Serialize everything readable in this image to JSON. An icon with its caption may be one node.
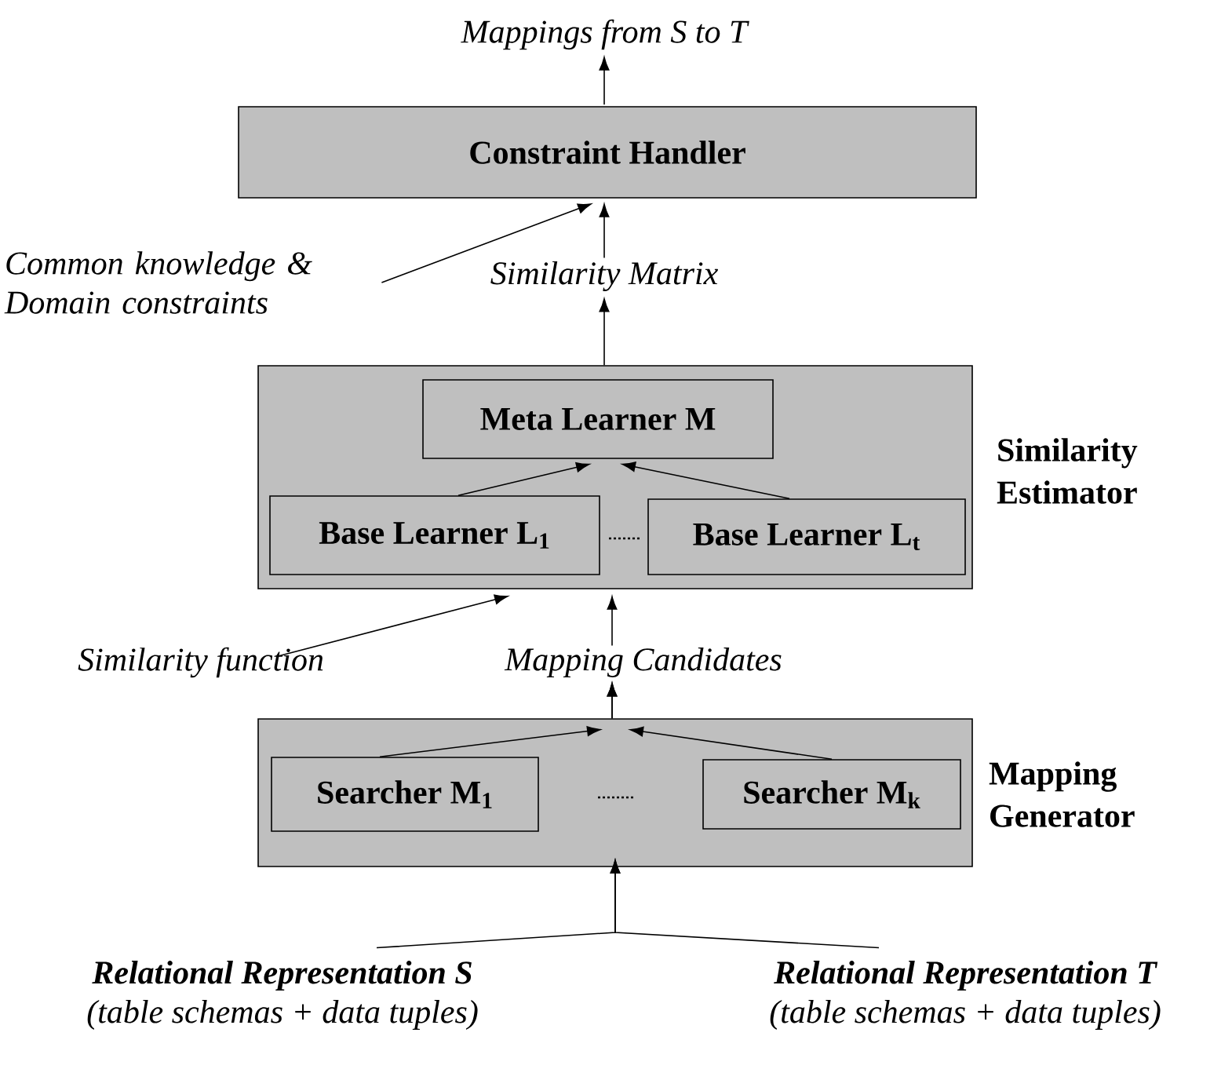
{
  "diagram": {
    "nodes": [
      {
        "text": [
          "Mappings from S to T"
        ]
      },
      {
        "text": [
          "Constraint Handler"
        ]
      },
      {
        "text": [
          "Common knowledge & Domain constraints"
        ]
      },
      {
        "text": [
          "Similarity Matrix"
        ]
      },
      {
        "text": [],
        "shape": "box",
        "beside": [
          "Similarity Estimator"
        ]
      },
      {
        "text": [
          "Meta Learner M"
        ],
        "in": 4
      },
      {
        "text": [
          "Base Learner L$_{1}$"
        ],
        "in": 4
      },
      {
        "text": [
          "Base Learner L$_{t}$"
        ],
        "in": 4
      },
      {
        "text": [
          "Similarity function"
        ]
      },
      {
        "text": [
          "Mapping Candidates"
        ]
      },
      {
        "text": [],
        "shape": "box",
        "beside": [
          "Mapping Generator"
        ]
      },
      {
        "text": [
          "Searcher M$_{1}$"
        ],
        "in": 10
      },
      {
        "text": [
          "Searcher M$_{k}$"
        ],
        "in": 10
      },
      {
        "text": [
          "Relational Representation S",
          "(table schemas + data tuples)"
        ]
      },
      {
        "text": [
          "Relational Representation T",
          "(table schemas + data tuples)"
        ]
      }
    ],
    "edges": [
      {
        "from": 1,
        "to": 0,
        "arrow": "to"
      },
      {
        "from": 2,
        "to": 1,
        "arrow": "to"
      },
      {
        "from": 3,
        "to": 1,
        "arrow": "to"
      },
      {
        "from": 4,
        "to": 3,
        "arrow": "to"
      },
      {
        "from": 6,
        "to": 5,
        "arrow": "to"
      },
      {
        "from": 7,
        "to": 5,
        "arrow": "to"
      },
      {
        "from": 8,
        "to": 4,
        "arrow": "to"
      },
      {
        "from": 9,
        "to": 4,
        "arrow": "to"
      },
      {
        "from": 11,
        "to": 9,
        "arrow": "to"
      },
      {
        "from": 12,
        "to": 9,
        "arrow": "to"
      },
      {
        "from": 13,
        "to": 10,
        "arrow": "to"
      },
      {
        "from": 14,
        "to": 10,
        "arrow": "to"
      }
    ]
  }
}
